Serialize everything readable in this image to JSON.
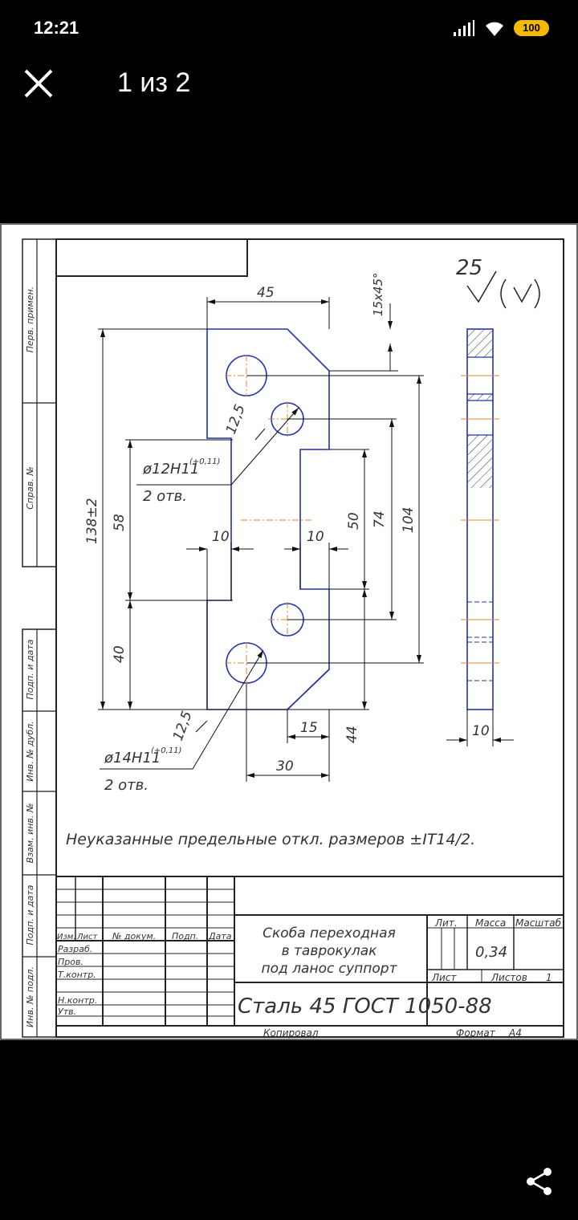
{
  "status": {
    "time": "12:21",
    "battery": "100"
  },
  "viewer": {
    "page_counter": "1 из 2"
  },
  "drawing": {
    "roughness_main": "25",
    "dims": {
      "d45": "45",
      "chamfer": "15x45°",
      "r125_top": "12,5",
      "r125_bot": "12,5",
      "d138": "138±2",
      "d58": "58",
      "d40": "40",
      "d10a": "10",
      "d10b": "10",
      "d50": "50",
      "d74": "74",
      "d104": "104",
      "d15": "15",
      "d30": "30",
      "d44": "44",
      "d10side": "10"
    },
    "hole12": {
      "label": "ø12Н11",
      "tol": "(+0,11)",
      "count": "2 отв."
    },
    "hole14": {
      "label": "ø14Н11",
      "tol": "(+0,11)",
      "count": "2 отв."
    },
    "note": "Неуказанные предельные откл. размеров ±IT14/2.",
    "side_labels": [
      "Перв. примен.",
      "Справ. №",
      "Подп. и дата",
      "Инв. № дубл.",
      "Взам. инв. №",
      "Подп. и дата",
      "Инв. № подл."
    ],
    "title_block": {
      "col_izm": "Изм.",
      "col_list": "Лист",
      "col_doc": "№ докум.",
      "col_podp": "Подп.",
      "col_data": "Дата",
      "razrab": "Разраб.",
      "prov": "Пров.",
      "tkontr": "Т.контр.",
      "nkontr": "Н.контр.",
      "utv": "Утв.",
      "name_line1": "Скоба переходная",
      "name_line2": "в таврокулак",
      "name_line3": "под ланос суппорт",
      "lit": "Лит.",
      "massa": "Масса",
      "masshtab": "Масштаб",
      "massa_val": "0,34",
      "list": "Лист",
      "listov": "Листов",
      "listov_val": "1",
      "material": "Сталь 45 ГОСТ 1050-88",
      "kopiroval": "Копировал",
      "format": "Формат",
      "format_val": "А4"
    }
  }
}
